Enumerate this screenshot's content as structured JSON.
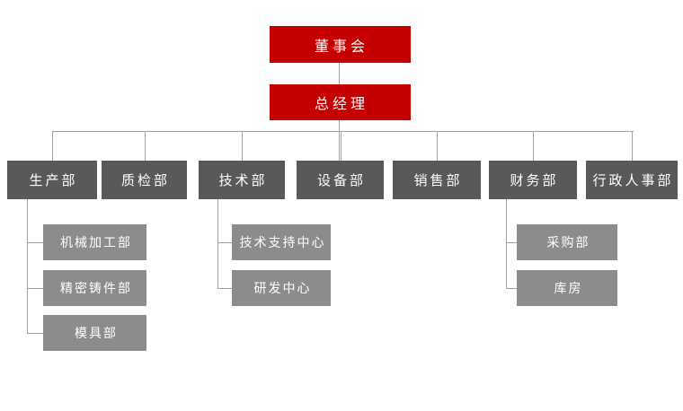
{
  "org": {
    "root": {
      "label": "董事会"
    },
    "manager": {
      "label": "总经理"
    },
    "departments": [
      {
        "label": "生产部",
        "children": [
          {
            "label": "机械加工部"
          },
          {
            "label": "精密铸件部"
          },
          {
            "label": "模具部"
          }
        ]
      },
      {
        "label": "质检部",
        "children": []
      },
      {
        "label": "技术部",
        "children": [
          {
            "label": "技术支持中心"
          },
          {
            "label": "研发中心"
          }
        ]
      },
      {
        "label": "设备部",
        "children": []
      },
      {
        "label": "销售部",
        "children": []
      },
      {
        "label": "财务部",
        "children": [
          {
            "label": "采购部"
          },
          {
            "label": "库房"
          }
        ]
      },
      {
        "label": "行政人事部",
        "children": []
      }
    ],
    "colors": {
      "executive_box": "#c40000",
      "department_box": "#595959",
      "sub_department_box": "#8c8c8c",
      "connector": "#a0a0a0",
      "text": "#ffffff",
      "background": "#ffffff"
    }
  }
}
